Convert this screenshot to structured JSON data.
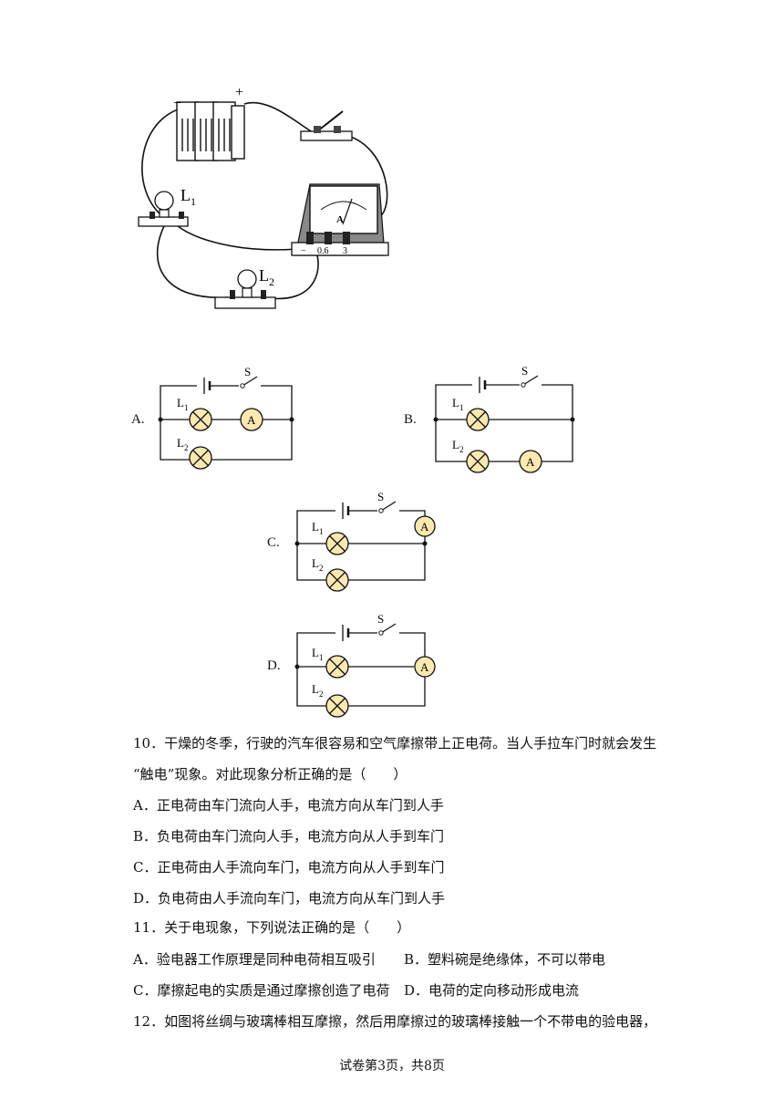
{
  "figure": {
    "battery_minus": "−",
    "battery_plus": "+",
    "bulb1_label": "L",
    "bulb1_sub": "1",
    "bulb2_label": "L",
    "bulb2_sub": "2",
    "ammeter_symbol": "A",
    "ammeter_terminals": [
      "−",
      "0.6",
      "3"
    ]
  },
  "circuits": {
    "switch_label": "S",
    "lamp1": "L",
    "lamp1_sub": "1",
    "lamp2": "L",
    "lamp2_sub": "2",
    "ammeter": "A",
    "options": [
      {
        "label": "A."
      },
      {
        "label": "B."
      },
      {
        "label": "C."
      },
      {
        "label": "D."
      }
    ]
  },
  "q10": {
    "line1": "10．干燥的冬季，行驶的汽车很容易和空气摩擦带上正电荷。当人手拉车门时就会发生",
    "line2": "“触电”现象。对此现象分析正确的是（　　）",
    "options": [
      "A．正电荷由车门流向人手，电流方向从车门到人手",
      "B．负电荷由车门流向人手，电流方向从人手到车门",
      "C．正电荷由人手流向车门，电流方向从人手到车门",
      "D．负电荷由人手流向车门，电流方向从车门到人手"
    ]
  },
  "q11": {
    "stem": "11．关于电现象，下列说法正确的是（　　）",
    "optA": "A．验电器工作原理是同种电荷相互吸引",
    "optB": "B．塑料碗是绝缘体，不可以带电",
    "optC": "C．摩擦起电的实质是通过摩擦创造了电荷",
    "optD": "D．电荷的定向移动形成电流"
  },
  "q12": {
    "line1": "12．如图将丝绸与玻璃棒相互摩擦，然后用摩擦过的玻璃棒接触一个不带电的验电器，"
  },
  "footer": "试卷第3页，共8页"
}
